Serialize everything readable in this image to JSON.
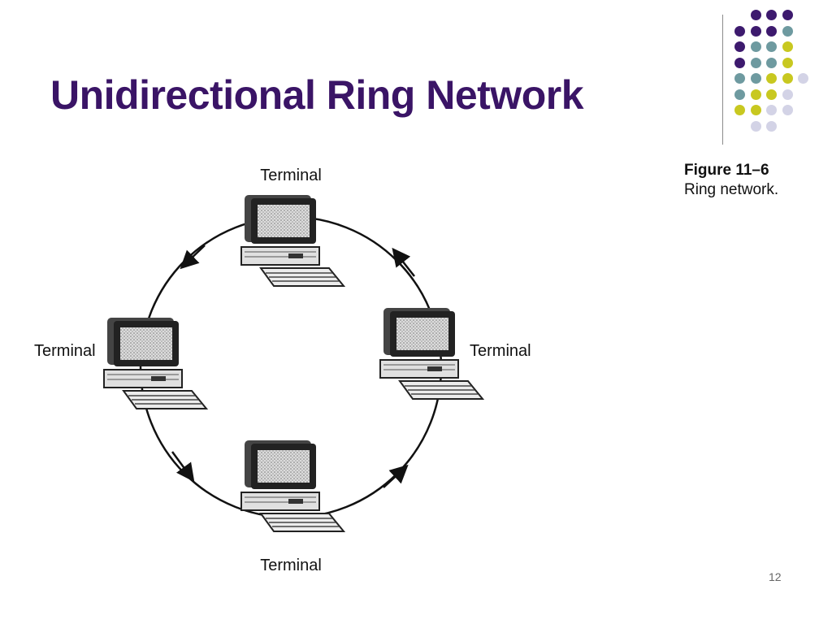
{
  "slide": {
    "title": "Unidirectional Ring Network",
    "number": "12"
  },
  "figure": {
    "label": "Figure 11–6",
    "caption": "Ring network."
  },
  "diagram": {
    "nodes": [
      {
        "id": "top",
        "label": "Terminal"
      },
      {
        "id": "left",
        "label": "Terminal"
      },
      {
        "id": "right",
        "label": "Terminal"
      },
      {
        "id": "bottom",
        "label": "Terminal"
      }
    ],
    "direction": "counterclockwise",
    "line_color": "#111111"
  },
  "decoration": {
    "dot_colors": {
      "purple": "#3d1a6e",
      "teal": "#6e9aa0",
      "olive": "#c8c820",
      "lavender": "#d3d3e6"
    },
    "dot_rows": [
      [
        "purple",
        "purple",
        "purple"
      ],
      [
        "purple",
        "purple",
        "purple",
        "teal"
      ],
      [
        "purple",
        "teal",
        "teal",
        "olive"
      ],
      [
        "purple",
        "teal",
        "teal",
        "olive"
      ],
      [
        "teal",
        "teal",
        "olive",
        "olive",
        "lavender"
      ],
      [
        "teal",
        "olive",
        "olive",
        "lavender"
      ],
      [
        "olive",
        "olive",
        "lavender",
        "lavender"
      ],
      [
        "lavender",
        "lavender"
      ]
    ]
  }
}
